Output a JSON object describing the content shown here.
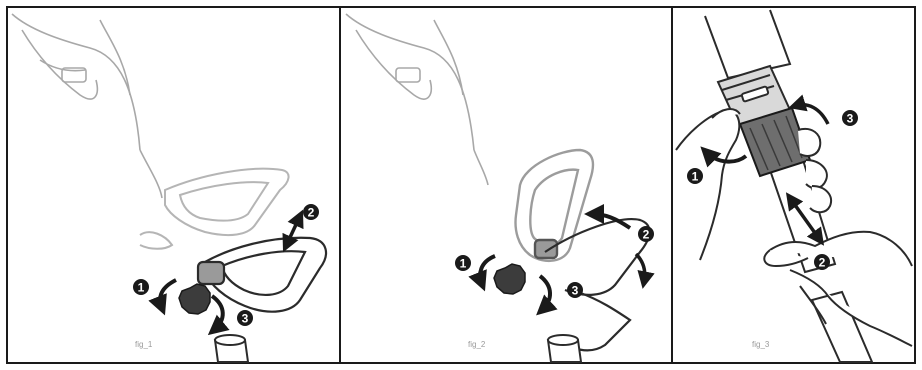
{
  "colors": {
    "ink": "#2b2b2b",
    "frame": "#1a1a1a",
    "sketch": "#a8a8a8",
    "knob": "#3c3c3c",
    "grip": "#6e6e6e",
    "paper": "#ffffff"
  },
  "panels": [
    {
      "caption": "fig_1",
      "steps": [
        "1",
        "2",
        "3"
      ]
    },
    {
      "caption": "fig_2",
      "steps": [
        "1",
        "2",
        "3"
      ]
    },
    {
      "caption": "fig_3",
      "steps": [
        "1",
        "2",
        "3"
      ]
    }
  ],
  "icons": [
    "rotate-arrow-icon",
    "lift-arrow-icon",
    "extend-arrow-icon",
    "knob-icon",
    "hand-icon",
    "handle-icon"
  ]
}
